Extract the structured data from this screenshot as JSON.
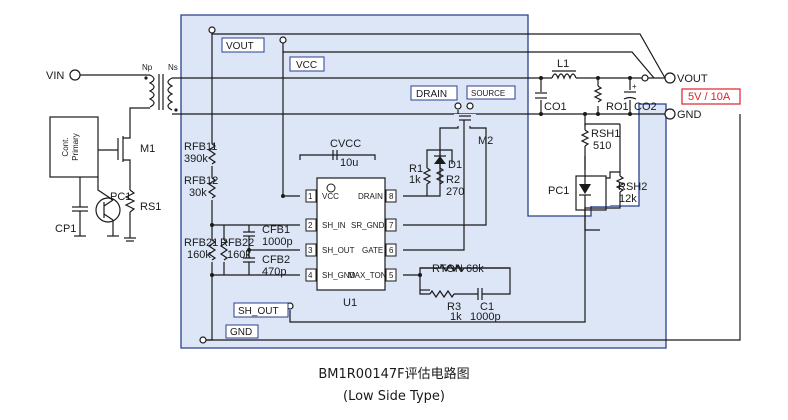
{
  "colors": {
    "evaluation_board_fill": "#dde6f7",
    "evaluation_board_border": "#2b3f8f",
    "net_label_border": "#2b3f8f",
    "rating_color": "#e0202a",
    "wire": "#1a1a1a"
  },
  "terminals": {
    "vin": "VIN",
    "vout": "VOUT",
    "gnd": "GND",
    "rating": "5V / 10A"
  },
  "net_labels": {
    "vout": "VOUT",
    "vcc": "VCC",
    "drain": "DRAIN",
    "source": "SOURCE",
    "sh_out": "SH_OUT",
    "gnd": "GND"
  },
  "transformer": {
    "np": "Np",
    "ns": "Ns"
  },
  "primary": {
    "controller_line1": "Primary",
    "controller_line2": "Cont.",
    "m1": "M1",
    "pc1": "PC1",
    "rs1": "RS1",
    "cp1": "CP1"
  },
  "components": {
    "rfb11": {
      "name": "RFB11",
      "value": "390k"
    },
    "rfb12": {
      "name": "RFB12",
      "value": "30k"
    },
    "rfb21": {
      "name": "RFB21",
      "value": "160k"
    },
    "rfb22": {
      "name": "RFB22",
      "value": "160k"
    },
    "cfb1": {
      "name": "CFB1",
      "value": "1000p"
    },
    "cfb2": {
      "name": "CFB2",
      "value": "470p"
    },
    "cvcc": {
      "name": "CVCC",
      "value": "10u"
    },
    "r1": {
      "name": "R1",
      "value": "1k"
    },
    "r2": {
      "name": "R2",
      "value": "270"
    },
    "d1": {
      "name": "D1"
    },
    "m2": {
      "name": "M2"
    },
    "rton": {
      "name": "RTON",
      "value": "68k"
    },
    "r3": {
      "name": "R3",
      "value": "1k"
    },
    "c1": {
      "name": "C1",
      "value": "1000p"
    },
    "l1": {
      "name": "L1"
    },
    "co1": {
      "name": "CO1"
    },
    "ro1": {
      "name": "RO1"
    },
    "co2": {
      "name": "CO2"
    },
    "rsh1": {
      "name": "RSH1",
      "value": "510"
    },
    "rsh2": {
      "name": "RSH2",
      "value": "12k"
    },
    "pc1_secondary": {
      "name": "PC1"
    }
  },
  "ic": {
    "name": "U1",
    "pins": [
      {
        "num": "1",
        "name": "VCC"
      },
      {
        "num": "2",
        "name": "SH_IN"
      },
      {
        "num": "3",
        "name": "SH_OUT"
      },
      {
        "num": "4",
        "name": "SH_GND"
      },
      {
        "num": "8",
        "name": "DRAIN"
      },
      {
        "num": "7",
        "name": "SR_GND"
      },
      {
        "num": "6",
        "name": "GATE"
      },
      {
        "num": "5",
        "name": "MAX_TON"
      }
    ]
  },
  "caption": {
    "title": "BM1R00147F评估电路图",
    "subtitle": "(Low Side Type)"
  }
}
